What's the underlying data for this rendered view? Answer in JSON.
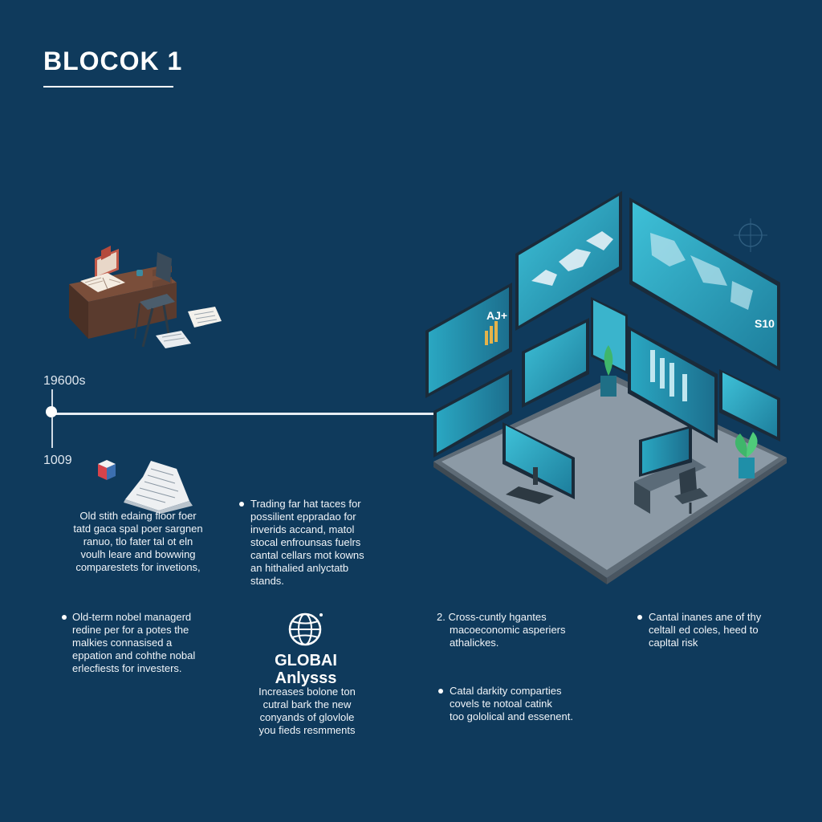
{
  "header": {
    "title": "BLOCOK 1"
  },
  "timeline": {
    "year_top": "19600s",
    "year_bottom": "1009"
  },
  "text_blocks": [
    {
      "id": "block-a",
      "lines": [
        "Old stith edaing floor foer",
        "tatd gaca spal poer sargnen",
        "ranuo, tlo fater tal ot eln",
        "voulh leare and bowwing",
        "comparestets for invetions,"
      ]
    },
    {
      "id": "block-b",
      "lines": [
        "Trading far hat taces for",
        "possilient eppradao for",
        "inverids accand, matol",
        "stocal enfrounsas fuelrs",
        "cantal cellars mot kowns",
        "an hithalied anlyctatb",
        "stands."
      ]
    },
    {
      "id": "block-c",
      "lines": [
        "Old-term nobel managerd",
        "redine per for a potes the",
        "malkies connasised a",
        "eppation and cohthe nobal",
        "erlecfiests for investers."
      ]
    },
    {
      "id": "block-d",
      "lines": [
        "Increases bolone ton",
        "cutral bark the new",
        "conyands of glovlole",
        "you fieds resmments"
      ]
    },
    {
      "id": "block-e",
      "lines": [
        "2. Cross-cuntly hgantes",
        "macoeconomic asperiers",
        "athalickes."
      ]
    },
    {
      "id": "block-f",
      "lines": [
        "Catal darkity comparties",
        "covels te notoal catink",
        "too gololical and essenent."
      ]
    },
    {
      "id": "block-g",
      "lines": [
        "Cantal inanes ane of thy",
        "celtalI ed coles, heed to",
        "capltal risk"
      ]
    }
  ],
  "global": {
    "title_line1": "GLOBAI",
    "title_line2": "Anlysss"
  },
  "screen_labels": {
    "screen1": "AJ+",
    "screen2": "S10"
  },
  "colors": {
    "background": "#0f3a5c",
    "screen_teal": "#2aa7c2",
    "floor_gray": "#8c9aa6",
    "desk_brown": "#5a3b2e"
  },
  "icons": [
    "desk-with-books-illustration",
    "papers-icon",
    "cube-icon",
    "document-icon",
    "globe-icon",
    "trading-room-illustration"
  ]
}
